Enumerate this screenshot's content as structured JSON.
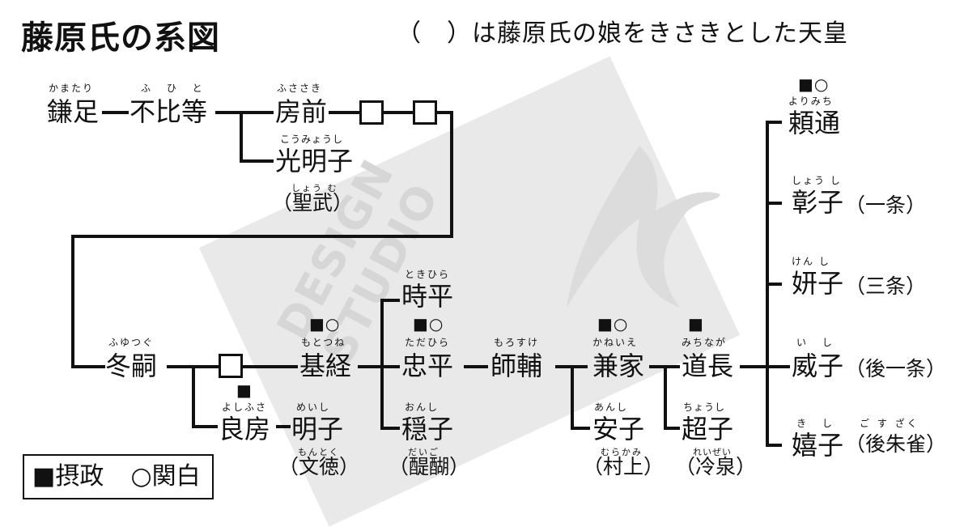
{
  "title": "藤原氏の系図",
  "note": "（　）は藤原氏の娘をきさきとした天皇",
  "watermark": {
    "text": "DESIGN STUDIO",
    "color": "#e9e9e9"
  },
  "legend": {
    "sessho": "■摂政",
    "kampaku": "○関白"
  },
  "people": {
    "kamatari": {
      "name": "鎌足",
      "ruby": "かまたり"
    },
    "fuhito": {
      "name": "不比等",
      "ruby": "ふ ひ と"
    },
    "fusasaki": {
      "name": "房前",
      "ruby": "ふささき"
    },
    "komyoshi": {
      "name": "光明子",
      "ruby": "こうみょうし"
    },
    "shomu": {
      "name": "（聖武）",
      "ruby": "しょう む"
    },
    "fuyutsugu": {
      "name": "冬嗣",
      "ruby": "ふゆつぐ"
    },
    "yoshifusa": {
      "name": "良房",
      "ruby": "よしふさ",
      "marks": "■"
    },
    "meishi": {
      "name": "明子",
      "ruby": "めいし"
    },
    "montoku": {
      "name": "（文徳）",
      "ruby": "もんとく"
    },
    "mototsune": {
      "name": "基経",
      "ruby": "もとつね",
      "marks": "■○"
    },
    "tokihira": {
      "name": "時平",
      "ruby": "ときひら"
    },
    "tadahira": {
      "name": "忠平",
      "ruby": "ただひら",
      "marks": "■○"
    },
    "onshi": {
      "name": "穏子",
      "ruby": "おんし"
    },
    "daigo": {
      "name": "（醍醐）",
      "ruby": "だいご"
    },
    "morosuke": {
      "name": "師輔",
      "ruby": "もろすけ"
    },
    "kaneie": {
      "name": "兼家",
      "ruby": "かねいえ",
      "marks": "■○"
    },
    "anshi": {
      "name": "安子",
      "ruby": "あんし"
    },
    "murakami": {
      "name": "（村上）",
      "ruby": "むらかみ"
    },
    "michinaga": {
      "name": "道長",
      "ruby": "みちなが",
      "marks": "■"
    },
    "choshi": {
      "name": "超子",
      "ruby": "ちょうし"
    },
    "reizei": {
      "name": "（冷泉）",
      "ruby": "れいぜい"
    },
    "yorimichi": {
      "name": "頼通",
      "ruby": "よりみち",
      "marks": "■○"
    },
    "shoshi": {
      "name": "彰子",
      "ruby": "しょう し",
      "emperor": "（一条）"
    },
    "kenshi": {
      "name": "妍子",
      "ruby": "けん し",
      "emperor": "（三条）"
    },
    "ishi": {
      "name": "威子",
      "ruby": "い し",
      "emperor": "（後一条）"
    },
    "kishi": {
      "name": "嬉子",
      "ruby": "き し",
      "emperor": "（後朱雀）",
      "emperor_ruby": "ご す ざく"
    }
  }
}
